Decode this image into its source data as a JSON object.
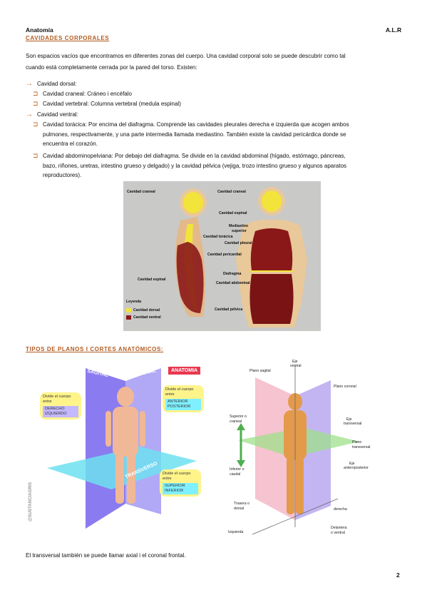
{
  "header": {
    "subject": "Anatomía",
    "author": "A.L.R"
  },
  "section1": {
    "title": "CAVIDADES CORPORALES",
    "intro": [
      "Son espacios vacíos que encontramos en diferentes zonas del cuerpo. Una cavidad corporal solo se puede descubrir como tal",
      "cuando está completamente cerrada por la pared del torso. Existen:"
    ],
    "dorsal": {
      "label": "Cavidad dorsal:",
      "items": [
        "Cavidad craneal: Cráneo i encéfalo",
        "Cavidad vertebral: Columna vertebral (medula espinal)"
      ]
    },
    "ventral": {
      "label": "Cavidad ventral:",
      "toracica": [
        "Cavidad torácica: Por encima del diafragma. Comprende las cavidades pleurales derecha e izquierda que acogen ambos",
        "pulmones, respectivamente, y una parte intermedia llamada mediastino. También existe la cavidad pericárdica donde se",
        "encuentra el corazón."
      ],
      "abdominopelviana": [
        "Cavidad abdominopelviana: Por debajo del diafragma. Se divide en la cavidad abdominal (hígado, estómago, páncreas,",
        "bazo, riñones, uretras, intestino grueso y delgado) y la cavidad pélvica (vejiga, trozo intestino grueso y algunos aparatos",
        "reproductores)."
      ]
    }
  },
  "figure1": {
    "labels": {
      "craneal_l": "Cavidad craneal",
      "toracica": "Cavidad torácica",
      "espinal_l": "Cavidad espinal",
      "craneal_r": "Cavidad craneal",
      "espinal_r": "Cavidad espinal",
      "mediastino": "Mediastino",
      "superior": "superior",
      "pleural": "Cavidad pleural",
      "pericardial": "Cavidad pericardial",
      "diafragma": "Diafragma",
      "abdominal": "Cavidad abdominal",
      "pelvica": "Cavidad pélvica"
    },
    "legend": {
      "title": "Leyenda",
      "dorsal": "Cavidad dorsal",
      "ventral": "Cavidad ventral",
      "dorsal_color": "#f2e43a",
      "ventral_color": "#8a1818"
    }
  },
  "section2": {
    "title": "TIPOS DE PLANOS I CORTES ANATÓMICOS:"
  },
  "figure2": {
    "sagital": "SAGITAL",
    "coronal": "CORONAL",
    "transverso": "TRANSVERSO",
    "badge": "ANATOMIA",
    "watermark": "@SUSTANCIAGRIS",
    "b1": {
      "text": "Divide el cuerpo entre",
      "a": "DERECHO",
      "b": "IZQUIERDO"
    },
    "b2": {
      "text": "Divide el cuerpo entre",
      "a": "ANTERIOR",
      "b": "POSTERIOR"
    },
    "b3": {
      "text": "Divide el cuerpo entre",
      "a": "SUPERIOR",
      "b": "INFERIOR"
    }
  },
  "figure3": {
    "eje_ventral": "Eje",
    "eje_ventral2": "ventral",
    "plano_sagital": "Plano sagital",
    "plano_coronal": "Plano coronal",
    "superior": "Superior o",
    "superior2": "craneal",
    "inferior": "Inferior o",
    "inferior2": "caudal",
    "eje_transversal": "Eje",
    "eje_transversal2": "transversal",
    "plano_transversal": "Plano",
    "plano_transversal2": "transversal",
    "eje_antero": "Eje",
    "eje_antero2": "anteroposterior",
    "trasera": "Trasera o",
    "trasera2": "dorsal",
    "derecha": "derecha",
    "izquierda": "Izquierda",
    "delantera": "Delantera",
    "delantera2": "o ventral"
  },
  "footer_note": "El transversal también se puede llamar axial i el coronal frontal.",
  "page_number": "2"
}
